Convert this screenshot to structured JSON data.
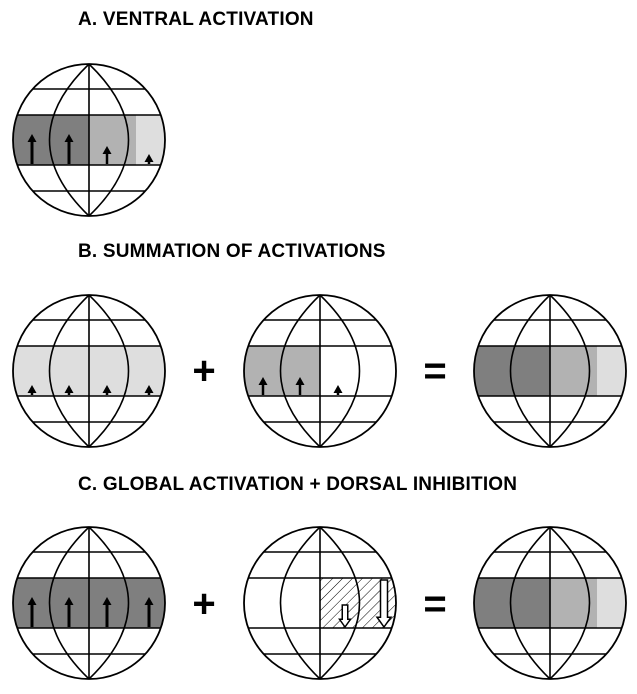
{
  "panels": {
    "a": {
      "title": "A.  VENTRAL ACTIVATION"
    },
    "b": {
      "title": "B.  SUMMATION OF ACTIVATIONS",
      "plus": "+",
      "equals": "="
    },
    "c": {
      "title": "C.  GLOBAL ACTIVATION + DORSAL INHIBITION",
      "plus": "+",
      "equals": "="
    }
  },
  "colors": {
    "dark": "#7f7f7f",
    "mid": "#b2b2b2",
    "light": "#dedede",
    "outline": "#000000"
  },
  "spheres": [
    {
      "id": "a1",
      "panel": "a",
      "cells": [
        "dark",
        "dark",
        "mid",
        "light"
      ],
      "arrows": [
        3,
        3,
        2,
        1
      ],
      "hatch": [],
      "inhib": []
    },
    {
      "id": "b1",
      "panel": "b",
      "cells": [
        "light",
        "light",
        "light",
        "light"
      ],
      "arrows": [
        1,
        1,
        1,
        1
      ],
      "hatch": [],
      "inhib": []
    },
    {
      "id": "b2",
      "panel": "b",
      "cells": [
        "mid",
        "mid",
        "white",
        "white"
      ],
      "arrows": [
        2,
        2,
        1,
        0
      ],
      "hatch": [],
      "inhib": []
    },
    {
      "id": "b3",
      "panel": "b",
      "cells": [
        "dark",
        "dark",
        "mid",
        "light"
      ],
      "arrows": [],
      "hatch": [],
      "inhib": []
    },
    {
      "id": "c1",
      "panel": "c",
      "cells": [
        "dark",
        "dark",
        "dark",
        "dark"
      ],
      "arrows": [
        3,
        3,
        3,
        3
      ],
      "hatch": [],
      "inhib": []
    },
    {
      "id": "c2",
      "panel": "c",
      "cells": [
        "white",
        "white",
        "white",
        "white"
      ],
      "arrows": [],
      "hatch": [
        2,
        3
      ],
      "inhib": [
        1,
        2
      ]
    },
    {
      "id": "c3",
      "panel": "c",
      "cells": [
        "dark",
        "dark",
        "mid",
        "light"
      ],
      "arrows": [],
      "hatch": [],
      "inhib": []
    }
  ]
}
